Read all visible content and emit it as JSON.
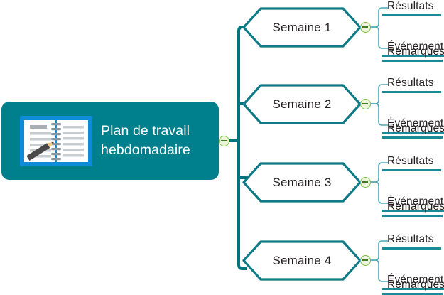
{
  "diagram": {
    "type": "mind-map",
    "title": "Plan de travail hebdomadaire",
    "colors": {
      "root_fill": "#00808c",
      "root_text": "#ffffff",
      "branch_line": "#00757f",
      "node_border": "#0d7a85",
      "node_fill": "#ffffff",
      "leaf_underline": "#1a8a96",
      "leaf_connector": "#4fa8b8",
      "node_text": "#231f20",
      "toggle_border": "#7ac143",
      "toggle_fill": "#eef4dc",
      "icon_border": "#0d8bd9"
    }
  },
  "root": {
    "label": "Plan de travail\nhebdomadaire",
    "icon": "notebook-pencil-icon",
    "toggle": "collapse-toggle-root"
  },
  "branches": [
    {
      "label": "Semaine 1",
      "toggle": "collapse-toggle",
      "leaves": [
        {
          "label": "Résultats"
        },
        {
          "label": "Événements"
        },
        {
          "label": "Remarques"
        }
      ]
    },
    {
      "label": "Semaine 2",
      "toggle": "collapse-toggle",
      "leaves": [
        {
          "label": "Résultats"
        },
        {
          "label": "Événements"
        },
        {
          "label": "Remarques"
        }
      ]
    },
    {
      "label": "Semaine 3",
      "toggle": "collapse-toggle",
      "leaves": [
        {
          "label": "Résultats"
        },
        {
          "label": "Événements"
        },
        {
          "label": "Remarques"
        }
      ]
    },
    {
      "label": "Semaine 4",
      "toggle": "collapse-toggle",
      "leaves": [
        {
          "label": "Résultats"
        },
        {
          "label": "Événements"
        },
        {
          "label": "Remarques"
        }
      ]
    }
  ]
}
